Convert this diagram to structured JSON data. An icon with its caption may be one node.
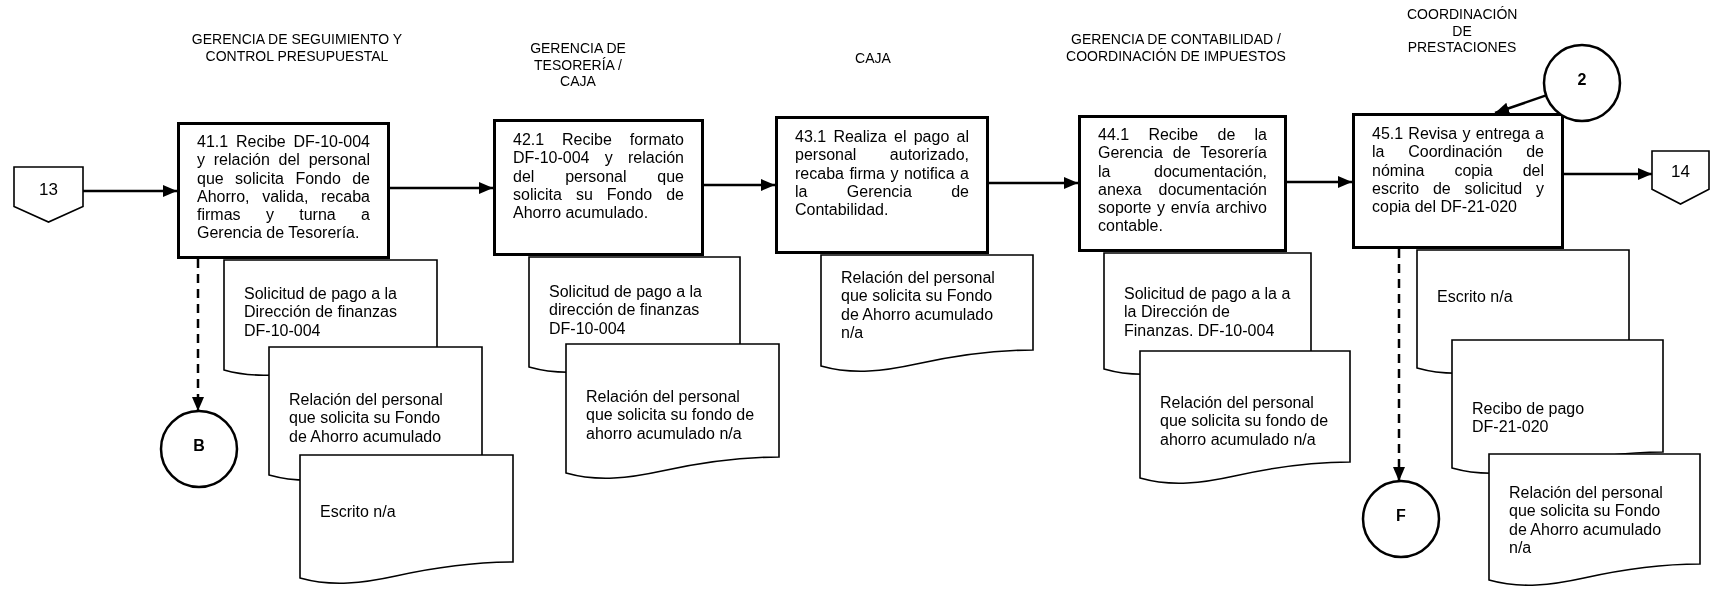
{
  "diagram": {
    "nodes": [
      {
        "text": [
          "13"
        ]
      },
      {
        "text": [
          "41.1 Recibe DF-10-004 y relación del personal que solicita Fondo de Ahorro, valida, recaba firmas y turna a Gerencia de Tesorería."
        ]
      },
      {
        "text": [
          "Solicitud de pago a la Dirección de finanzas DF-10-004"
        ]
      },
      {
        "text": [
          "Relación del personal que solicita su Fondo de Ahorro acumulado"
        ]
      },
      {
        "text": [
          "Escrito n/a"
        ]
      },
      {
        "text": [
          "B"
        ]
      },
      {
        "text": [
          "42.1 Recibe formato DF-10-004 y relación del personal que solicita su Fondo de Ahorro acumulado."
        ]
      },
      {
        "text": [
          "Solicitud de pago a la dirección de finanzas DF-10-004"
        ]
      },
      {
        "text": [
          "Relación del personal que solicita su fondo de ahorro acumulado n/a"
        ]
      },
      {
        "text": [
          "43.1 Realiza el pago al personal autorizado, recaba firma y notifica a la Gerencia de Contabilidad."
        ]
      },
      {
        "text": [
          "Relación del personal que solicita su Fondo de Ahorro acumulado n/a"
        ]
      },
      {
        "text": [
          "44.1 Recibe de la Gerencia de Tesorería la documentación, anexa documentación soporte y envía archivo contable."
        ]
      },
      {
        "text": [
          "Solicitud de pago a la a la Dirección de Finanzas. DF-10-004"
        ]
      },
      {
        "text": [
          "Relación del personal que solicita su fondo de ahorro acumulado n/a"
        ]
      },
      {
        "text": [
          "2"
        ]
      },
      {
        "text": [
          "45.1 Revisa y entrega a la Coordinación de nómina copia del escrito de solicitud y copia del DF-21-020"
        ]
      },
      {
        "text": [
          "14"
        ]
      },
      {
        "text": [
          "Escrito n/a"
        ]
      },
      {
        "text": [
          "Recibo de pago DF-21-020"
        ]
      },
      {
        "text": [
          "Relación del personal que solicita su Fondo de Ahorro acumulado n/a"
        ]
      },
      {
        "text": [
          "F"
        ]
      }
    ],
    "edges": [
      {
        "from": 0,
        "to": 1,
        "arrow": "to"
      },
      {
        "from": 1,
        "to": 6,
        "arrow": "to"
      },
      {
        "from": 6,
        "to": 9,
        "arrow": "to"
      },
      {
        "from": 9,
        "to": 11,
        "arrow": "to"
      },
      {
        "from": 11,
        "to": 15,
        "arrow": "to"
      },
      {
        "from": 15,
        "to": 16,
        "arrow": "to"
      },
      {
        "from": 14,
        "to": 15,
        "arrow": "to"
      },
      {
        "from": 1,
        "to": 5,
        "arrow": "to",
        "style": "dashed"
      },
      {
        "from": 15,
        "to": 20,
        "arrow": "to",
        "style": "dashed"
      }
    ],
    "labels": [
      "COORDINACIÓN DE PRESTACIONES",
      "GERENCIA DE SEGUIMIENTO Y CONTROL PRESUPUESTAL",
      "GERENCIA DE CONTABILIDAD / COORDINACIÓN DE IMPUESTOS",
      "GERENCIA DE TESORERÍA / CAJA",
      "CAJA"
    ]
  }
}
